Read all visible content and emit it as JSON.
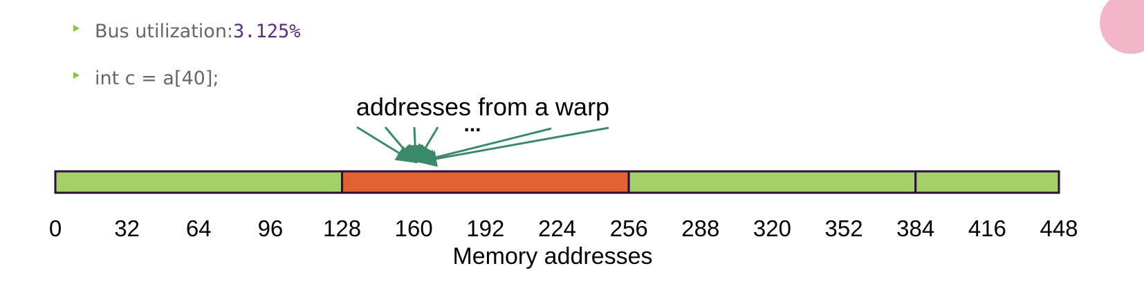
{
  "bullets": [
    {
      "label": "Bus utilization: ",
      "value": "3.125%"
    },
    {
      "label": "int c = a[40];",
      "value": ""
    }
  ],
  "warp_label": "addresses from a warp",
  "ellipsis": "...",
  "segments": [
    {
      "start": 0,
      "end": 128,
      "color": "#a3d068"
    },
    {
      "start": 128,
      "end": 256,
      "color": "#e06230"
    },
    {
      "start": 256,
      "end": 384,
      "color": "#a3d068"
    },
    {
      "start": 384,
      "end": 448,
      "color": "#a3d068"
    }
  ],
  "access_address": 160,
  "ticks": [
    "0",
    "32",
    "64",
    "96",
    "128",
    "160",
    "192",
    "224",
    "256",
    "288",
    "320",
    "352",
    "384",
    "416",
    "448"
  ],
  "axis_label": "Memory addresses",
  "colors": {
    "arrow": "#3a8a6a",
    "border": "#2a0f3a"
  }
}
